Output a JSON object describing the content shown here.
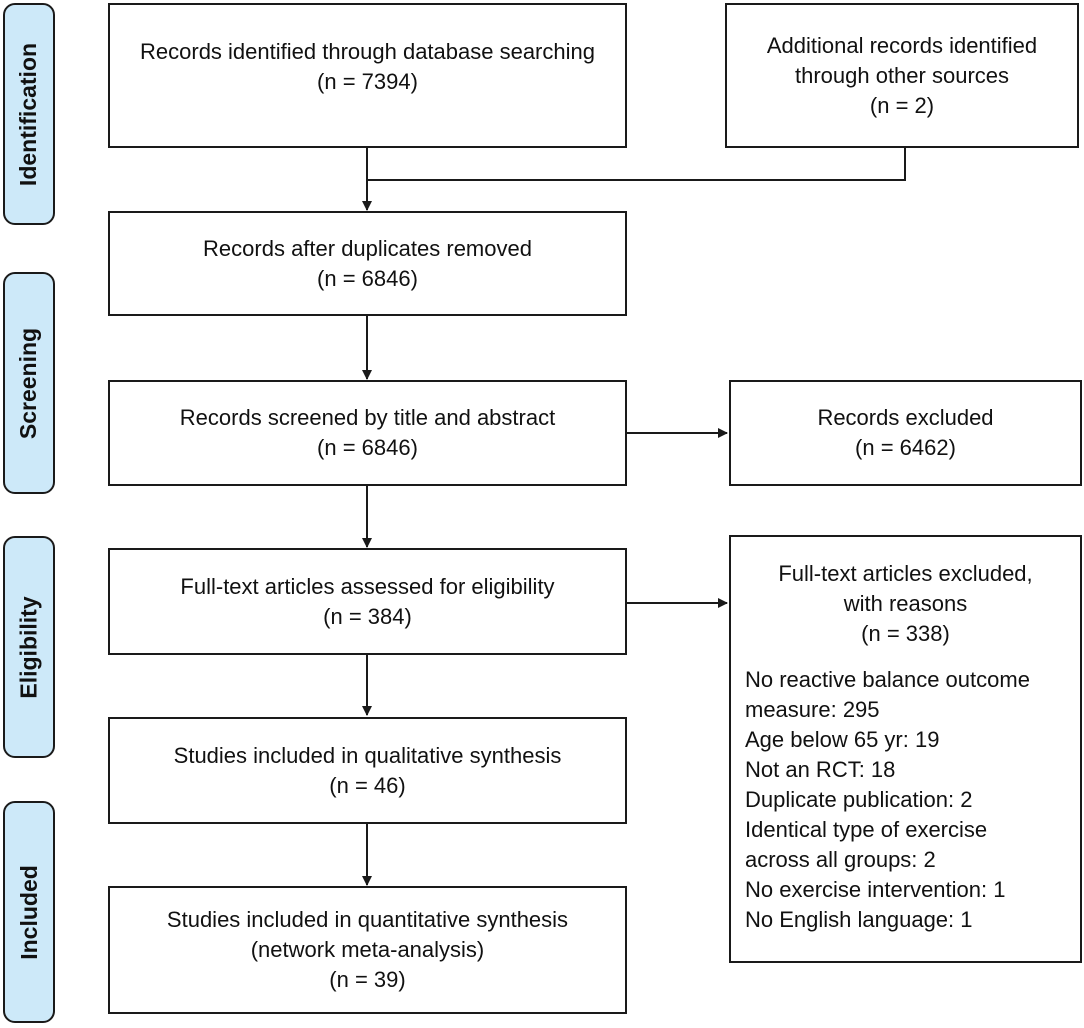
{
  "phases": {
    "identification": "Identification",
    "screening": "Screening",
    "eligibility": "Eligibility",
    "included": "Included"
  },
  "boxes": {
    "database": {
      "line1": "Records identified through database searching",
      "count": "(n = 7394)"
    },
    "other_sources": {
      "line1": "Additional records identified",
      "line2": "through other sources",
      "count": "(n = 2)"
    },
    "duplicates_removed": {
      "line1": "Records after duplicates removed",
      "count": "(n = 6846)"
    },
    "screened": {
      "line1": "Records screened by title and abstract",
      "count": "(n = 6846)"
    },
    "excluded": {
      "line1": "Records excluded",
      "count": "(n = 6462)"
    },
    "fulltext_assessed": {
      "line1": "Full-text articles assessed for eligibility",
      "count": "(n = 384)"
    },
    "fulltext_excluded": {
      "line1": "Full-text articles excluded,",
      "line2": "with reasons",
      "count": "(n = 338)",
      "reasons": [
        "No reactive balance outcome",
        "measure: 295",
        "Age below 65 yr: 19",
        "Not an RCT: 18",
        "Duplicate publication: 2",
        "Identical type of exercise",
        "across all groups: 2",
        "No exercise intervention: 1",
        "No English language: 1"
      ]
    },
    "qualitative": {
      "line1": "Studies included in qualitative synthesis",
      "count": "(n = 46)"
    },
    "quantitative": {
      "line1": "Studies included in quantitative synthesis",
      "line2": "(network meta-analysis)",
      "count": "(n = 39)"
    }
  }
}
